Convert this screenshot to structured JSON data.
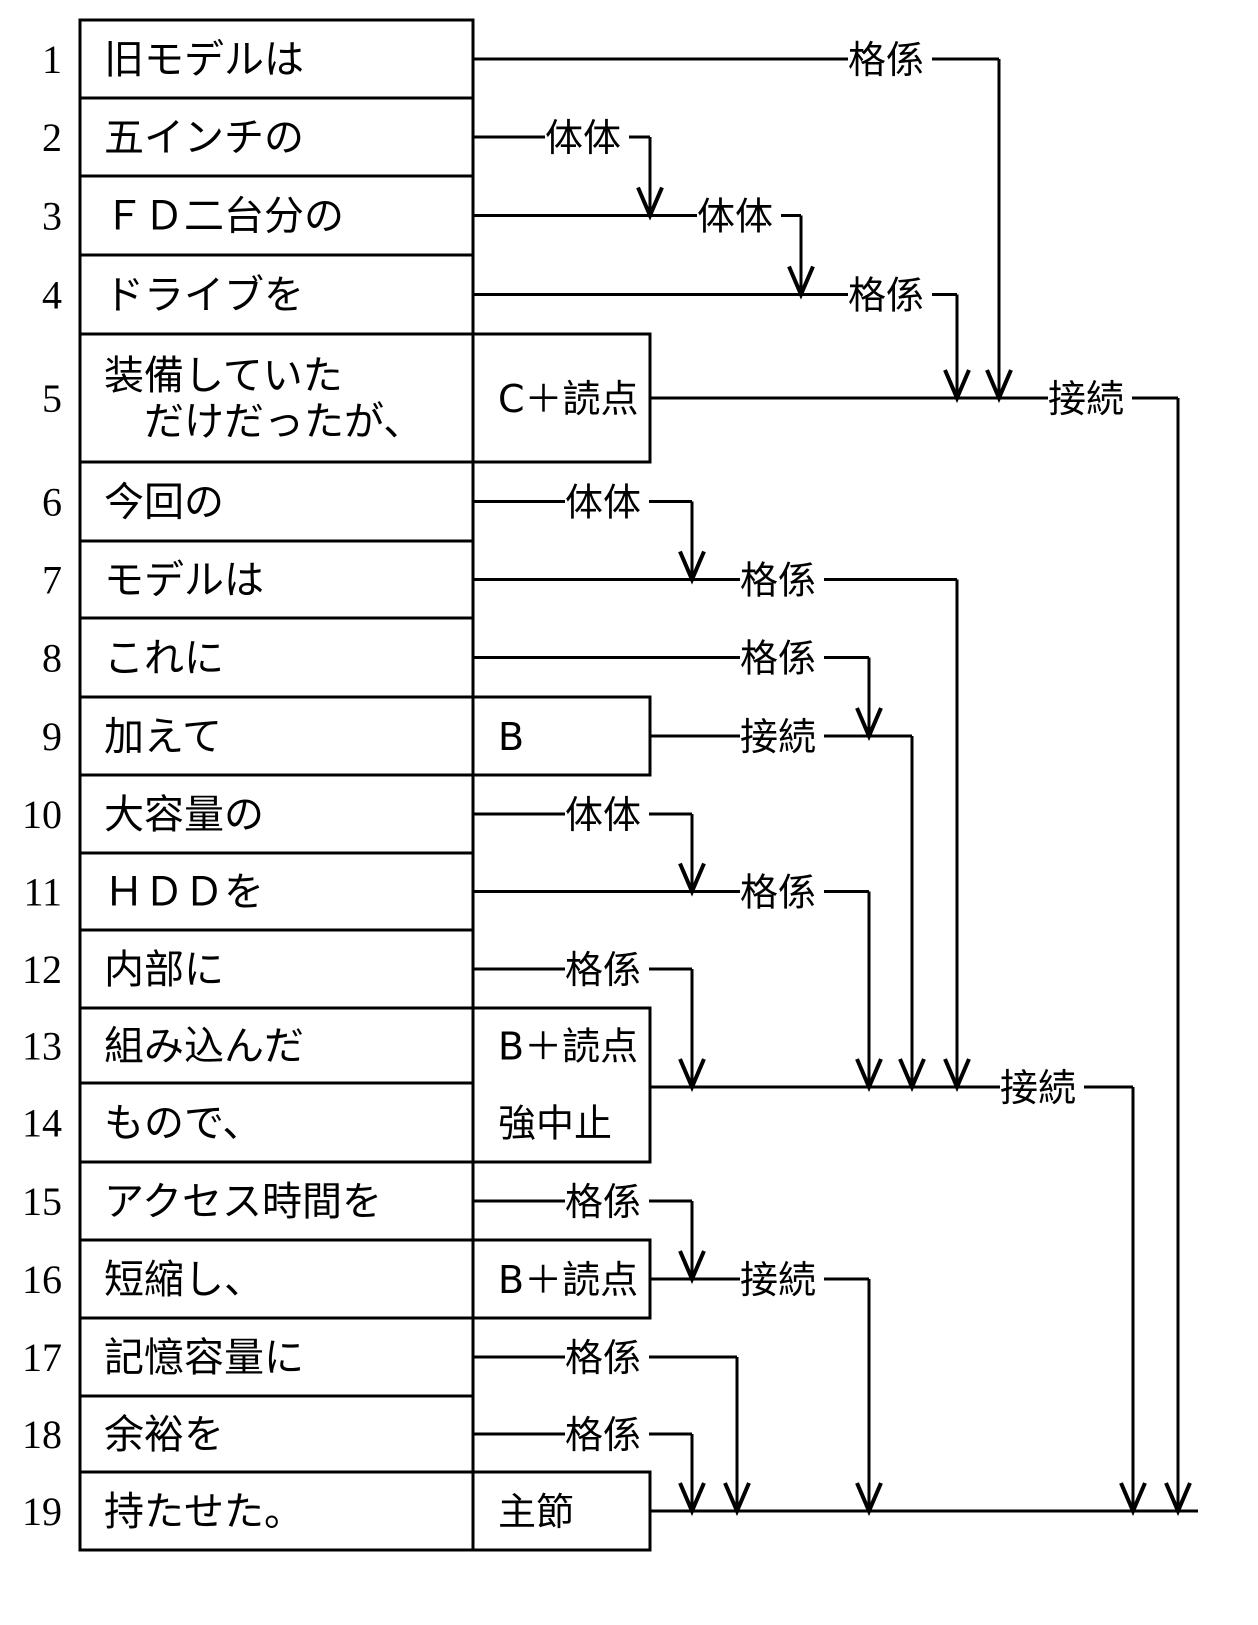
{
  "diagram": {
    "title": "",
    "rows": [
      {
        "num": "1",
        "lines": [
          "旧モデルは"
        ],
        "type": ""
      },
      {
        "num": "2",
        "lines": [
          "五インチの"
        ],
        "type": ""
      },
      {
        "num": "3",
        "lines": [
          "ＦＤ二台分の"
        ],
        "type": ""
      },
      {
        "num": "4",
        "lines": [
          "ドライブを"
        ],
        "type": ""
      },
      {
        "num": "5",
        "lines": [
          "装備していた",
          "　だけだったが、"
        ],
        "type": "C＋読点"
      },
      {
        "num": "6",
        "lines": [
          "今回の"
        ],
        "type": ""
      },
      {
        "num": "7",
        "lines": [
          "モデルは"
        ],
        "type": ""
      },
      {
        "num": "8",
        "lines": [
          "これに"
        ],
        "type": ""
      },
      {
        "num": "9",
        "lines": [
          "加えて"
        ],
        "type": "B"
      },
      {
        "num": "10",
        "lines": [
          "大容量の"
        ],
        "type": ""
      },
      {
        "num": "11",
        "lines": [
          "ＨＤＤを"
        ],
        "type": ""
      },
      {
        "num": "12",
        "lines": [
          "内部に"
        ],
        "type": ""
      },
      {
        "num": "13",
        "lines": [
          "組み込んだ"
        ],
        "type": "B＋読点"
      },
      {
        "num": "14",
        "lines": [
          "もので、"
        ],
        "type": "強中止"
      },
      {
        "num": "15",
        "lines": [
          "アクセス時間を"
        ],
        "type": ""
      },
      {
        "num": "16",
        "lines": [
          "短縮し、"
        ],
        "type": "B＋読点"
      },
      {
        "num": "17",
        "lines": [
          "記憶容量に"
        ],
        "type": ""
      },
      {
        "num": "18",
        "lines": [
          "余裕を"
        ],
        "type": ""
      },
      {
        "num": "19",
        "lines": [
          "持たせた。"
        ],
        "type": "主節"
      }
    ],
    "type_boxes": [
      {
        "rows": [
          5
        ],
        "label": "C＋読点"
      },
      {
        "rows": [
          9
        ],
        "label": "B"
      },
      {
        "rows": [
          13,
          14
        ],
        "labels": [
          "B＋読点",
          "強中止"
        ]
      },
      {
        "rows": [
          16
        ],
        "label": "B＋読点"
      },
      {
        "rows": [
          19
        ],
        "label": "主節"
      }
    ],
    "dependencies": [
      {
        "from": 1,
        "to": 5,
        "label": "格係"
      },
      {
        "from": 2,
        "to": 3,
        "label": "体体"
      },
      {
        "from": 3,
        "to": 4,
        "label": "体体"
      },
      {
        "from": 4,
        "to": 5,
        "label": "格係"
      },
      {
        "from": 5,
        "to": 19,
        "label": "接続"
      },
      {
        "from": 6,
        "to": 7,
        "label": "体体"
      },
      {
        "from": 7,
        "to": 13,
        "label": "格係"
      },
      {
        "from": 8,
        "to": 9,
        "label": "格係"
      },
      {
        "from": 9,
        "to": 13,
        "label": "接続"
      },
      {
        "from": 10,
        "to": 11,
        "label": "体体"
      },
      {
        "from": 11,
        "to": 13,
        "label": "格係"
      },
      {
        "from": 12,
        "to": 13,
        "label": "格係"
      },
      {
        "from": 13,
        "to": 19,
        "label": "接続"
      },
      {
        "from": 15,
        "to": 16,
        "label": "格係"
      },
      {
        "from": 16,
        "to": 19,
        "label": "接続"
      },
      {
        "from": 17,
        "to": 19,
        "label": "格係"
      },
      {
        "from": 18,
        "to": 19,
        "label": "格係"
      }
    ]
  }
}
